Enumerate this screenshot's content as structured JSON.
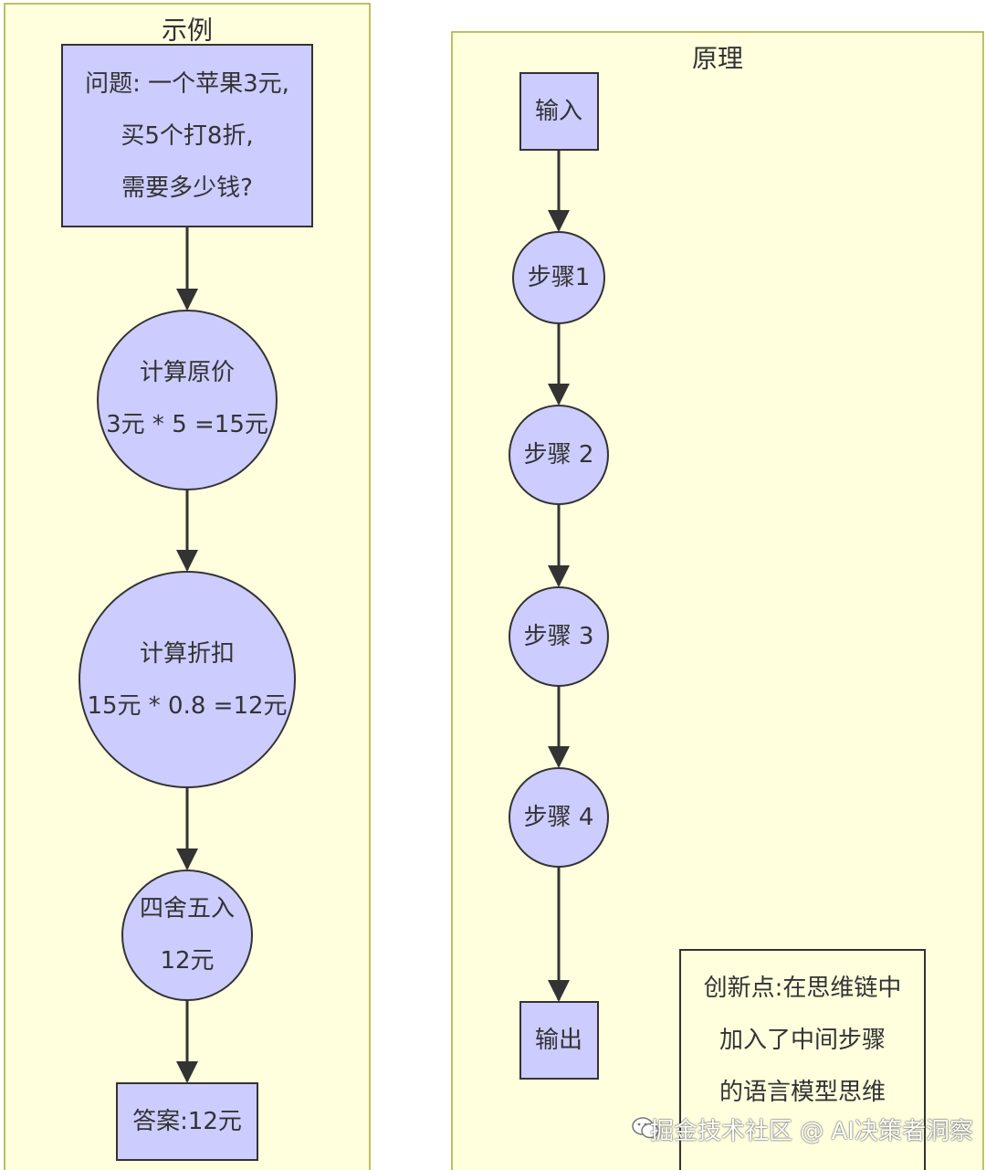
{
  "clusters": {
    "example": {
      "title": "示例"
    },
    "principle": {
      "title": "原理"
    }
  },
  "nodes": {
    "question": {
      "lines": [
        "问题: 一个苹果3元,",
        "买5个打8折,",
        "需要多少钱?"
      ]
    },
    "calc_price": {
      "lines": [
        "计算原价",
        "3元 * 5 =15元"
      ]
    },
    "calc_discount": {
      "lines": [
        "计算折扣",
        "15元 * 0.8 =12元"
      ]
    },
    "rounding": {
      "lines": [
        "四舍五入",
        "12元"
      ]
    },
    "answer": {
      "lines": [
        "答案:12元"
      ]
    },
    "input": {
      "lines": [
        "输入"
      ]
    },
    "step1": {
      "lines": [
        "步骤1"
      ]
    },
    "step2": {
      "lines": [
        "步骤 2"
      ]
    },
    "step3": {
      "lines": [
        "步骤 3"
      ]
    },
    "step4": {
      "lines": [
        "步骤 4"
      ]
    },
    "output": {
      "lines": [
        "输出"
      ]
    },
    "note": {
      "lines": [
        "创新点:在思维链中",
        "加入了中间步骤",
        "的语言模型思维"
      ]
    }
  },
  "edges": [
    [
      "question",
      "calc_price"
    ],
    [
      "calc_price",
      "calc_discount"
    ],
    [
      "calc_discount",
      "rounding"
    ],
    [
      "rounding",
      "answer"
    ],
    [
      "input",
      "step1"
    ],
    [
      "step1",
      "step2"
    ],
    [
      "step2",
      "step3"
    ],
    [
      "step3",
      "step4"
    ],
    [
      "step4",
      "output"
    ]
  ],
  "watermark": {
    "text": "掘金技术社区 @ AI决策者洞察",
    "icon": "wechat-icon"
  },
  "colors": {
    "cluster_fill": "#ffffde",
    "cluster_border": "#aaaa33",
    "node_fill": "#ccccff",
    "stroke": "#333333"
  }
}
